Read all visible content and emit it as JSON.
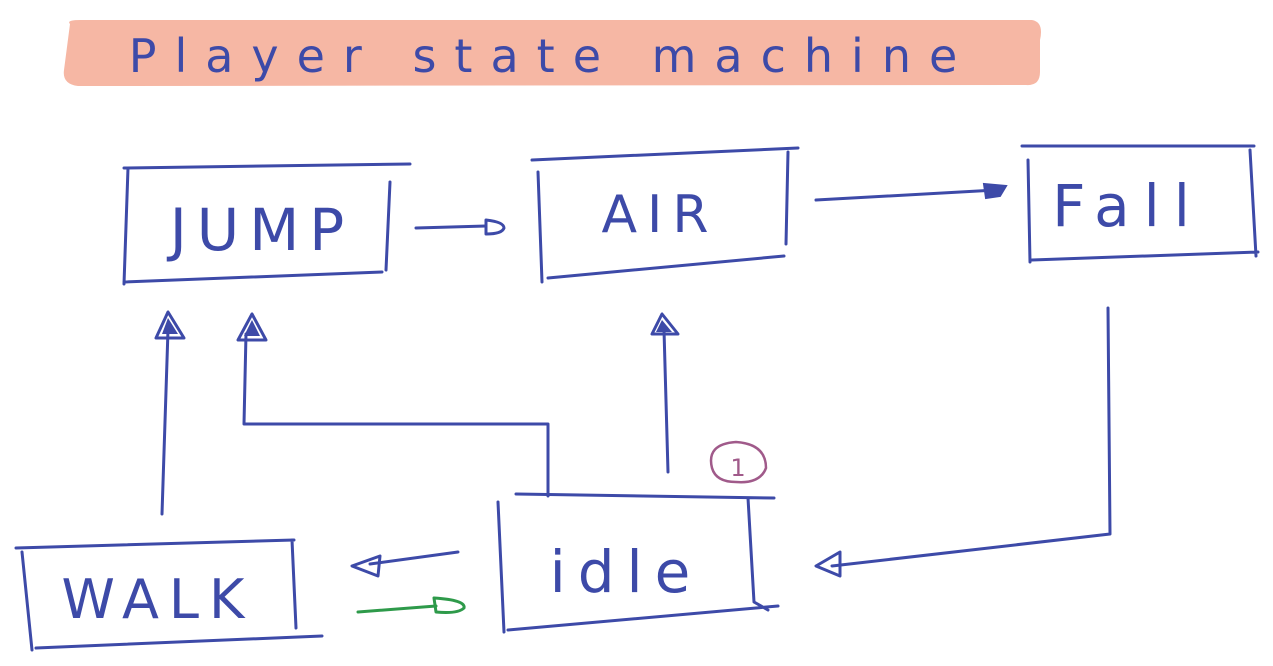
{
  "title": "Player state machine",
  "states": {
    "jump": "JUMP",
    "air": "AIR",
    "fall": "Fall",
    "walk": "WALK",
    "idle": "idle"
  },
  "badge": "1",
  "colors": {
    "ink": "#3d4aa8",
    "title_highlight": "#f6b39f",
    "green_arrow": "#2e9a4a",
    "badge": "#a05a8a"
  }
}
